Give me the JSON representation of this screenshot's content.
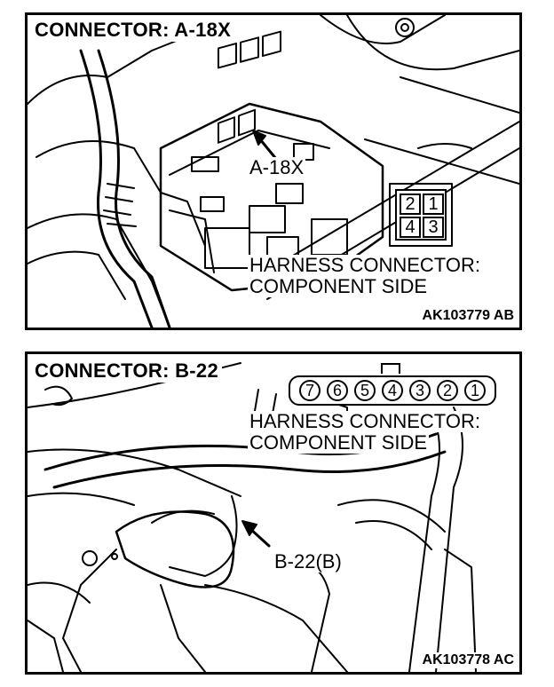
{
  "panel_a": {
    "title": "CONNECTOR: A-18X",
    "callout": "A-18X",
    "harness_line1": "HARNESS CONNECTOR:",
    "harness_line2": "COMPONENT SIDE",
    "figure_code": "AK103779 AB",
    "pins": [
      "2",
      "1",
      "4",
      "3"
    ]
  },
  "panel_b": {
    "title": "CONNECTOR: B-22",
    "callout": "B-22(B)",
    "harness_line1": "HARNESS CONNECTOR:",
    "harness_line2": "COMPONENT SIDE",
    "figure_code": "AK103778 AC",
    "pins": [
      "7",
      "6",
      "5",
      "4",
      "3",
      "2",
      "1"
    ]
  }
}
